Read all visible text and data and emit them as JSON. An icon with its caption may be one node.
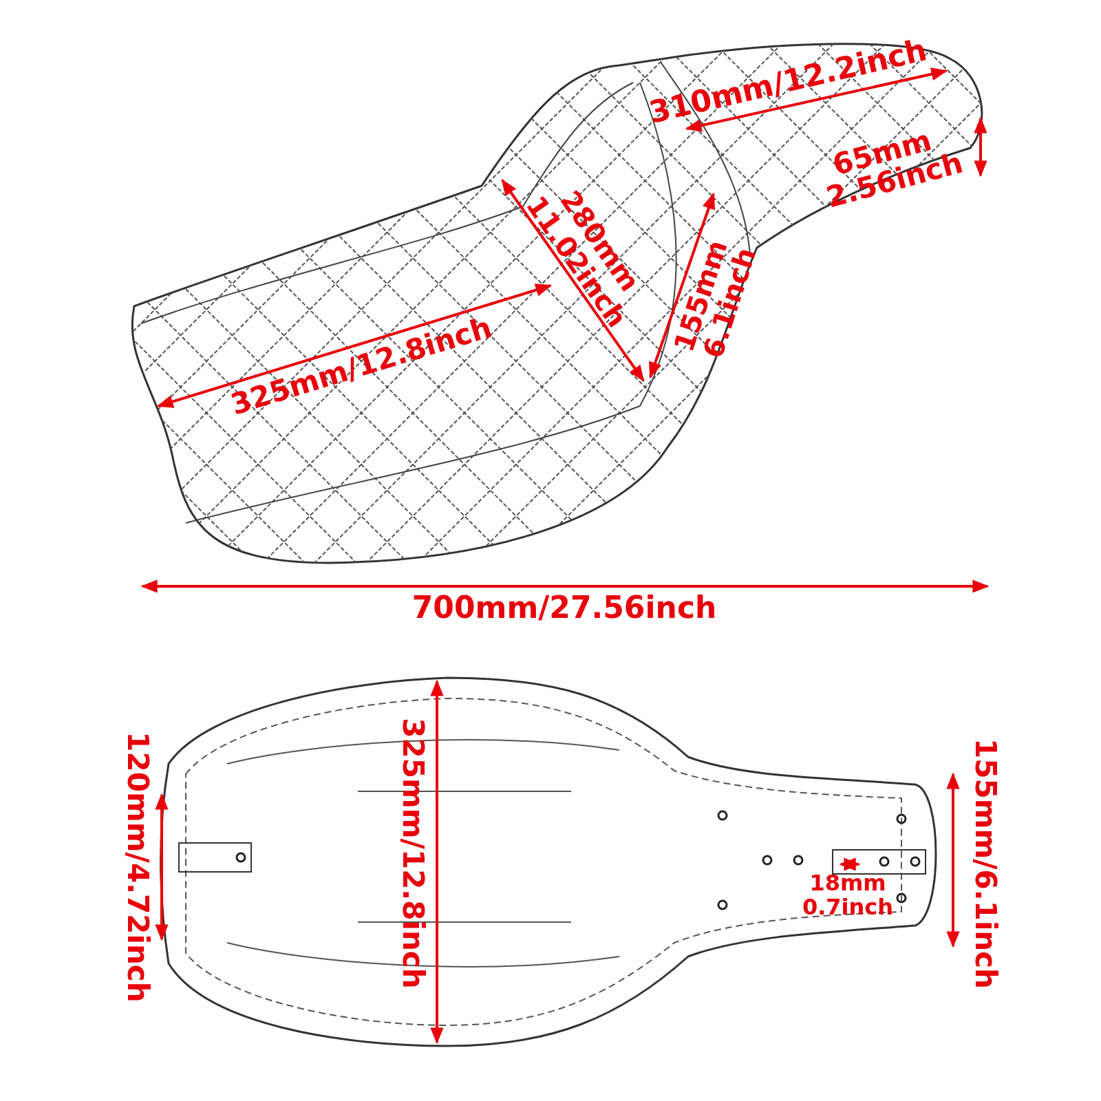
{
  "diagram": {
    "labels": [
      "310mm/12.2inch",
      "65mm",
      "2.56inch",
      "280mm",
      "11.02inch",
      "155mm",
      "6.1inch",
      "325mm/12.8inch",
      "700mm/27.56inch",
      "120mm/4.72inch",
      "325mm/12.8inch",
      "155mm/6.1inch",
      "18mm",
      "0.7inch"
    ]
  }
}
